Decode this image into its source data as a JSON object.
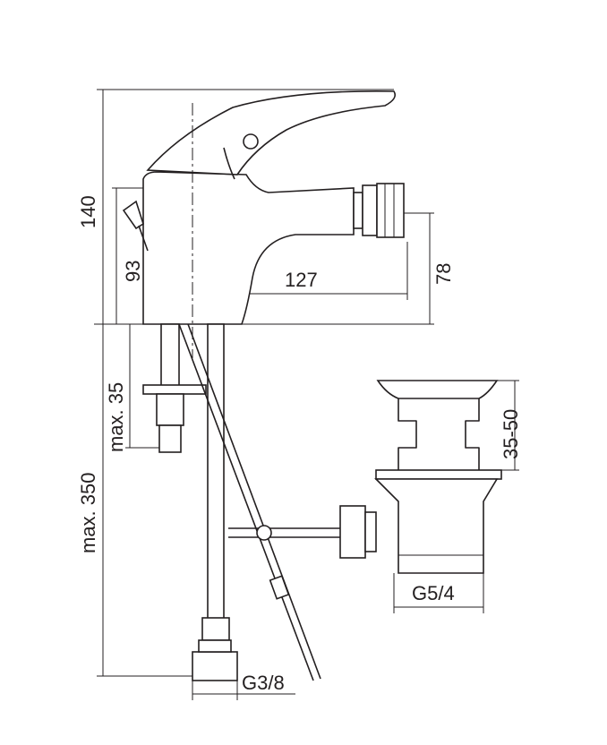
{
  "dimensions": {
    "height_total": "140",
    "spout_height": "93",
    "spout_length": "127",
    "aerator_height": "78",
    "max_thickness": "max. 35",
    "max_hose": "max. 350",
    "waste_range": "35-50",
    "waste_thread": "G5/4",
    "supply_thread": "G3/8"
  }
}
